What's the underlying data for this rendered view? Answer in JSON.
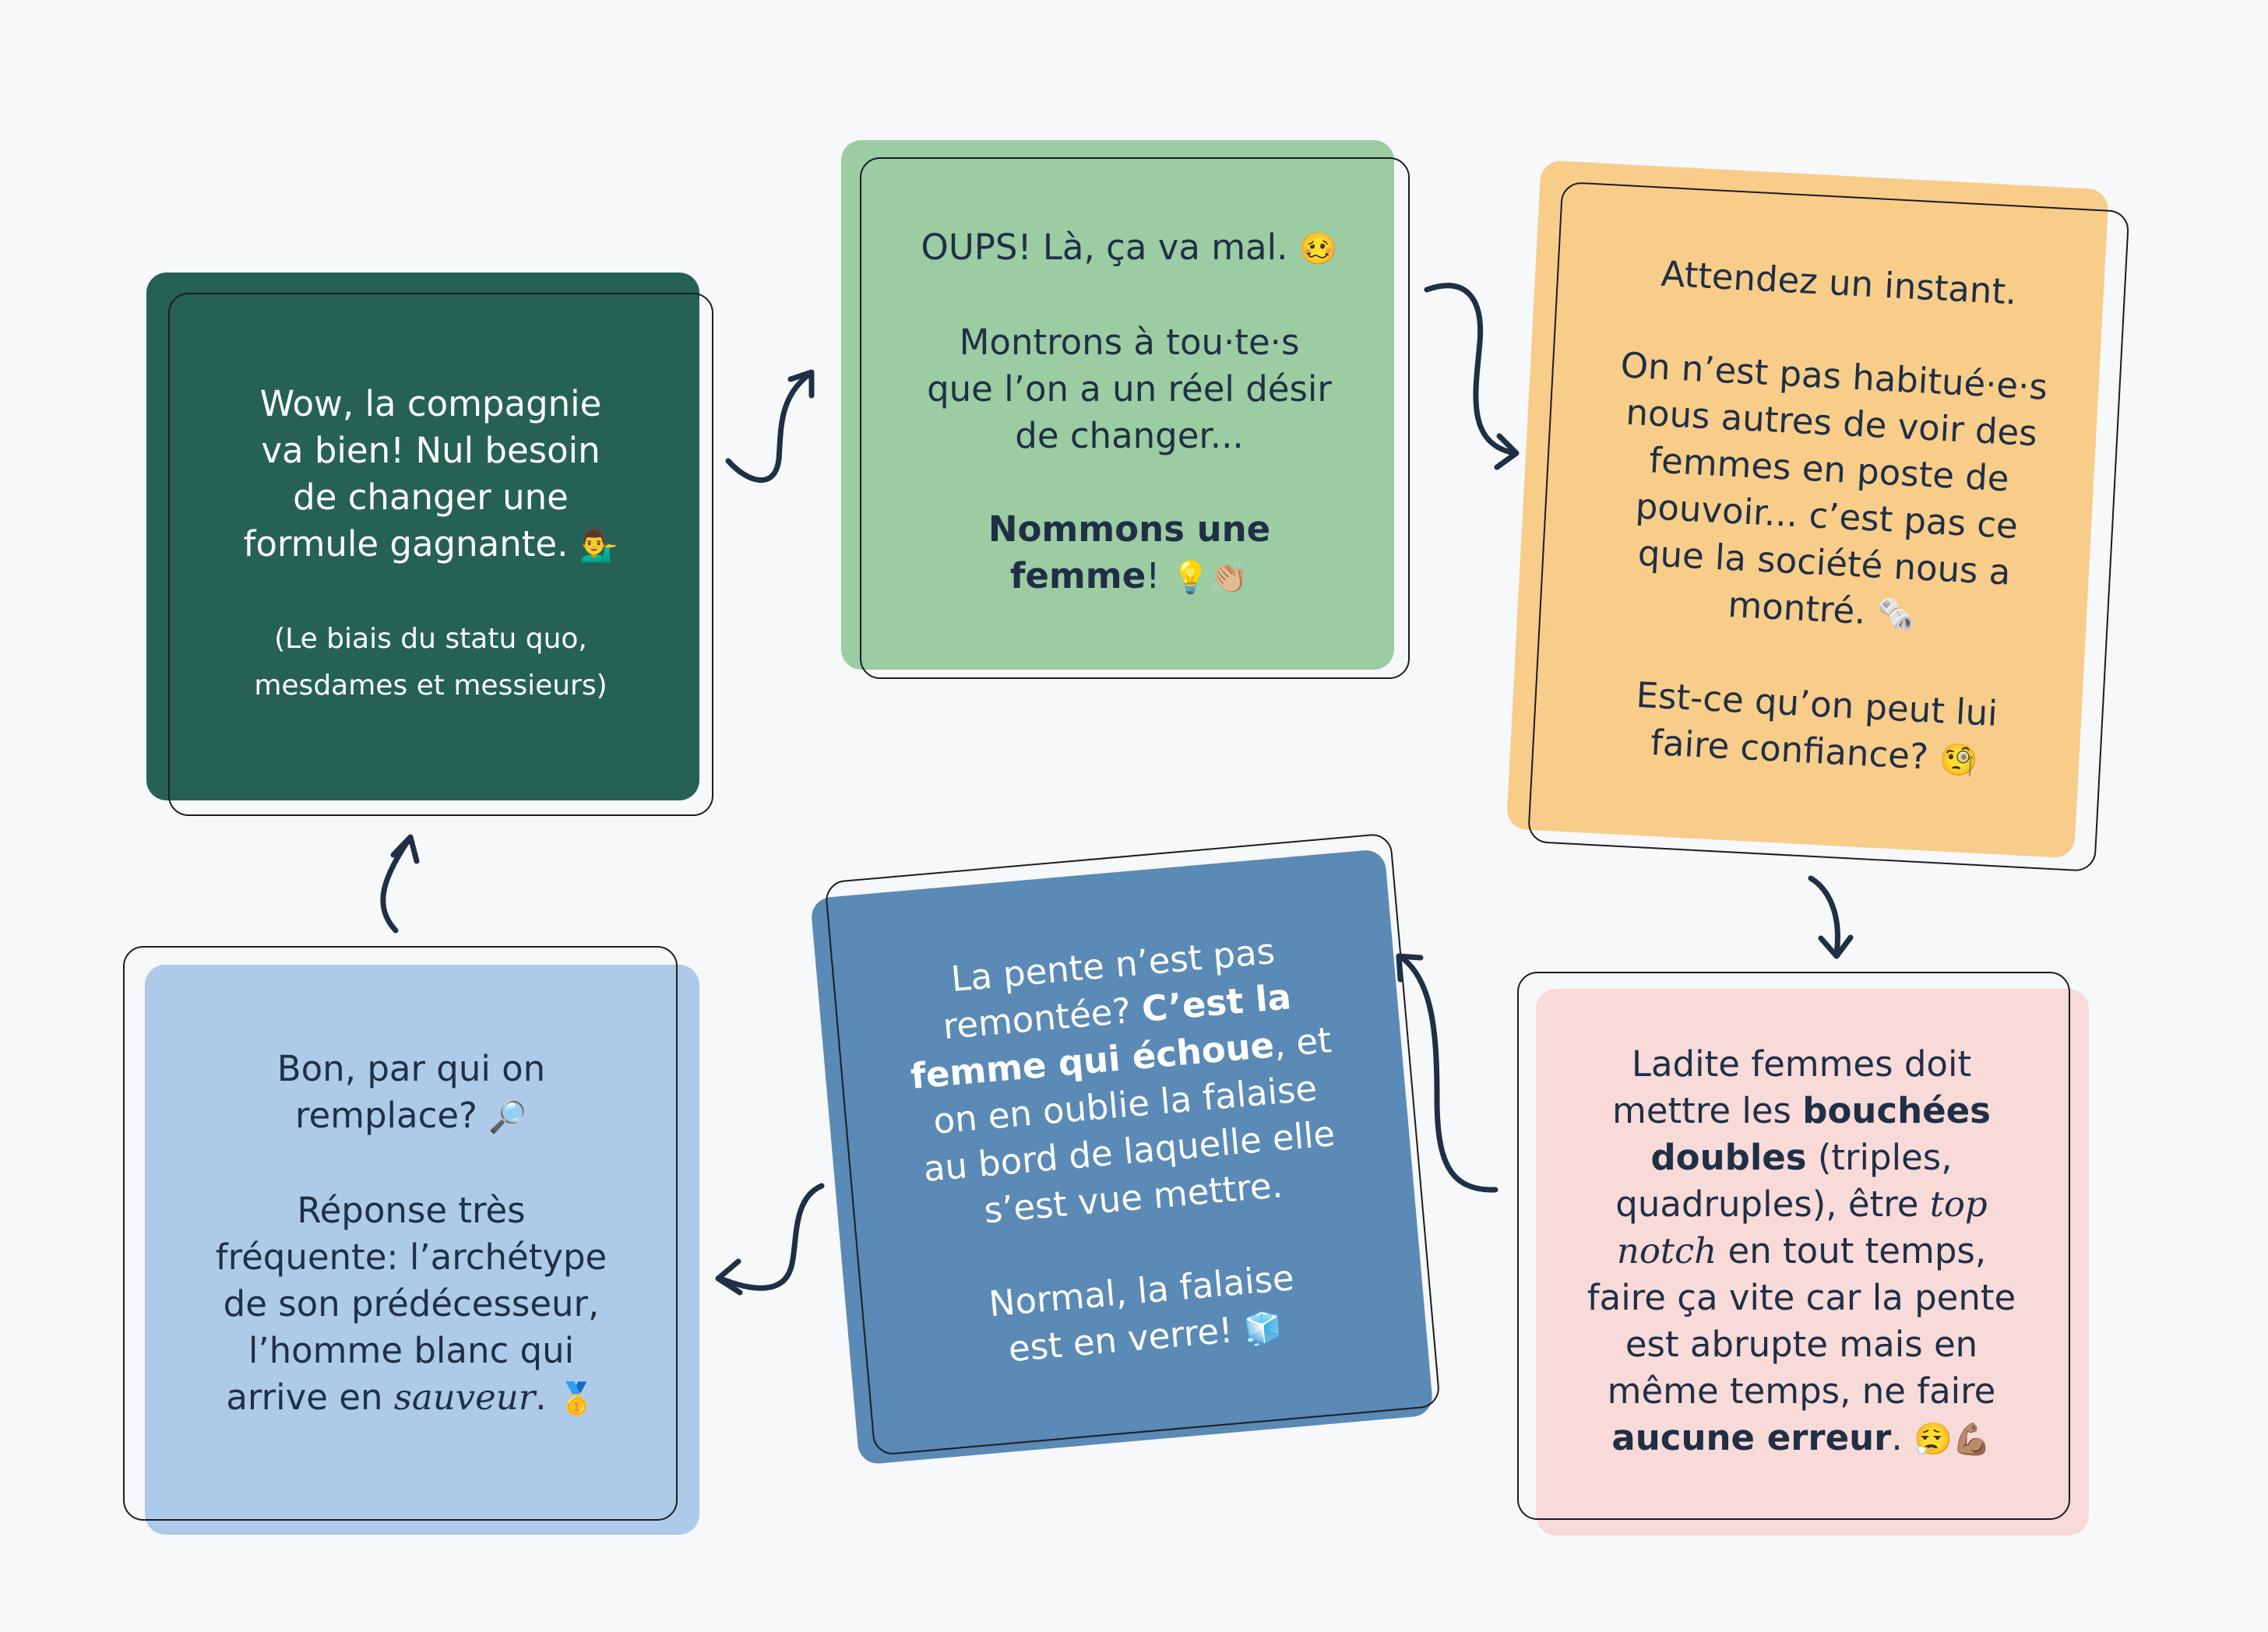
{
  "colors": {
    "dark_green": "#266253",
    "light_green": "#9ccca2",
    "orange": "#f8cd8a",
    "pink": "#f8dad9",
    "mid_blue": "#5a8ab5",
    "light_blue": "#adcbe8",
    "text": "#1f2f45",
    "arrow": "#1f2f45"
  },
  "card1": {
    "line1": "Wow, la compagnie",
    "line2": "va bien! Nul besoin",
    "line3": "de changer une",
    "line4": "formule gagnante.",
    "emoji": "💁‍♂️",
    "note1": "(Le biais du statu quo,",
    "note2": "mesdames et messieurs)"
  },
  "card2": {
    "line1": "OUPS! Là, ça va mal.",
    "emoji1": "🥴",
    "line2": "Montrons à tou·te·s",
    "line3": "que l’on a un réel désir",
    "line4": "de changer...",
    "bold1": "Nommons une",
    "bold2": "femme",
    "after_bold": "!",
    "emoji2": "💡👏🏼"
  },
  "card3": {
    "line1": "Attendez un instant.",
    "line2": "On n’est pas habitué·e·s",
    "line3": "nous autres de voir des",
    "line4": "femmes en poste de",
    "line5": "pouvoir... c’est pas ce",
    "line6": "que la société nous a",
    "line7": "montré.",
    "emoji1": "🗞️",
    "line8": "Est-ce qu’on peut lui",
    "line9": "faire confiance?",
    "emoji2": "🧐"
  },
  "card4": {
    "line1": "Ladite femmes doit",
    "line2_pre": "mettre les ",
    "line2_bold": "bouchées",
    "line3_bold": "doubles",
    "line3_post": " (triples,",
    "line4_pre": "quadruples), être ",
    "line4_ital": "top",
    "line5_ital": "notch",
    "line5_post": " en tout temps,",
    "line6": "faire ça vite car la pente",
    "line7": "est abrupte mais en",
    "line8": "même temps, ne faire",
    "line9_bold": "aucune erreur",
    "line9_post": ".",
    "emoji": "😮‍💨💪🏽"
  },
  "card5": {
    "line1": "La pente n’est pas",
    "line2_pre": "remontée? ",
    "line2_bold": "C’est la",
    "line3_bold": "femme qui échoue",
    "line3_post": ", et",
    "line4": "on en oublie la falaise",
    "line5": "au bord de laquelle elle",
    "line6": "s’est vue mettre.",
    "line7": "Normal, la falaise",
    "line8": "est en verre!",
    "emoji": "🧊"
  },
  "card6": {
    "line1": "Bon, par qui on",
    "line2": "remplace?",
    "emoji1": "🔎",
    "line3": "Réponse très",
    "line4": "fréquente: l’archétype",
    "line5": "de son prédécesseur,",
    "line6": "l’homme blanc qui",
    "line7_pre": "arrive en ",
    "line7_ital": "sauveur",
    "line7_post": ".",
    "emoji2": "🥇"
  }
}
